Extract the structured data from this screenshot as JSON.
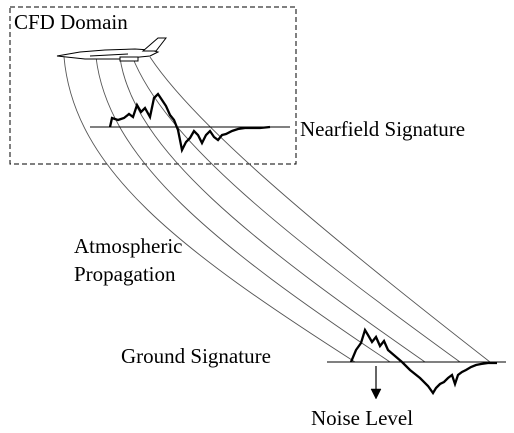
{
  "labels": {
    "cfd_domain": "CFD Domain",
    "nearfield_signature": "Nearfield Signature",
    "atmospheric": "Atmospheric",
    "propagation": "Propagation",
    "ground_signature": "Ground Signature",
    "noise_level": "Noise Level"
  },
  "colors": {
    "ink": "#000000",
    "ray": "#555555",
    "background": "#ffffff"
  }
}
